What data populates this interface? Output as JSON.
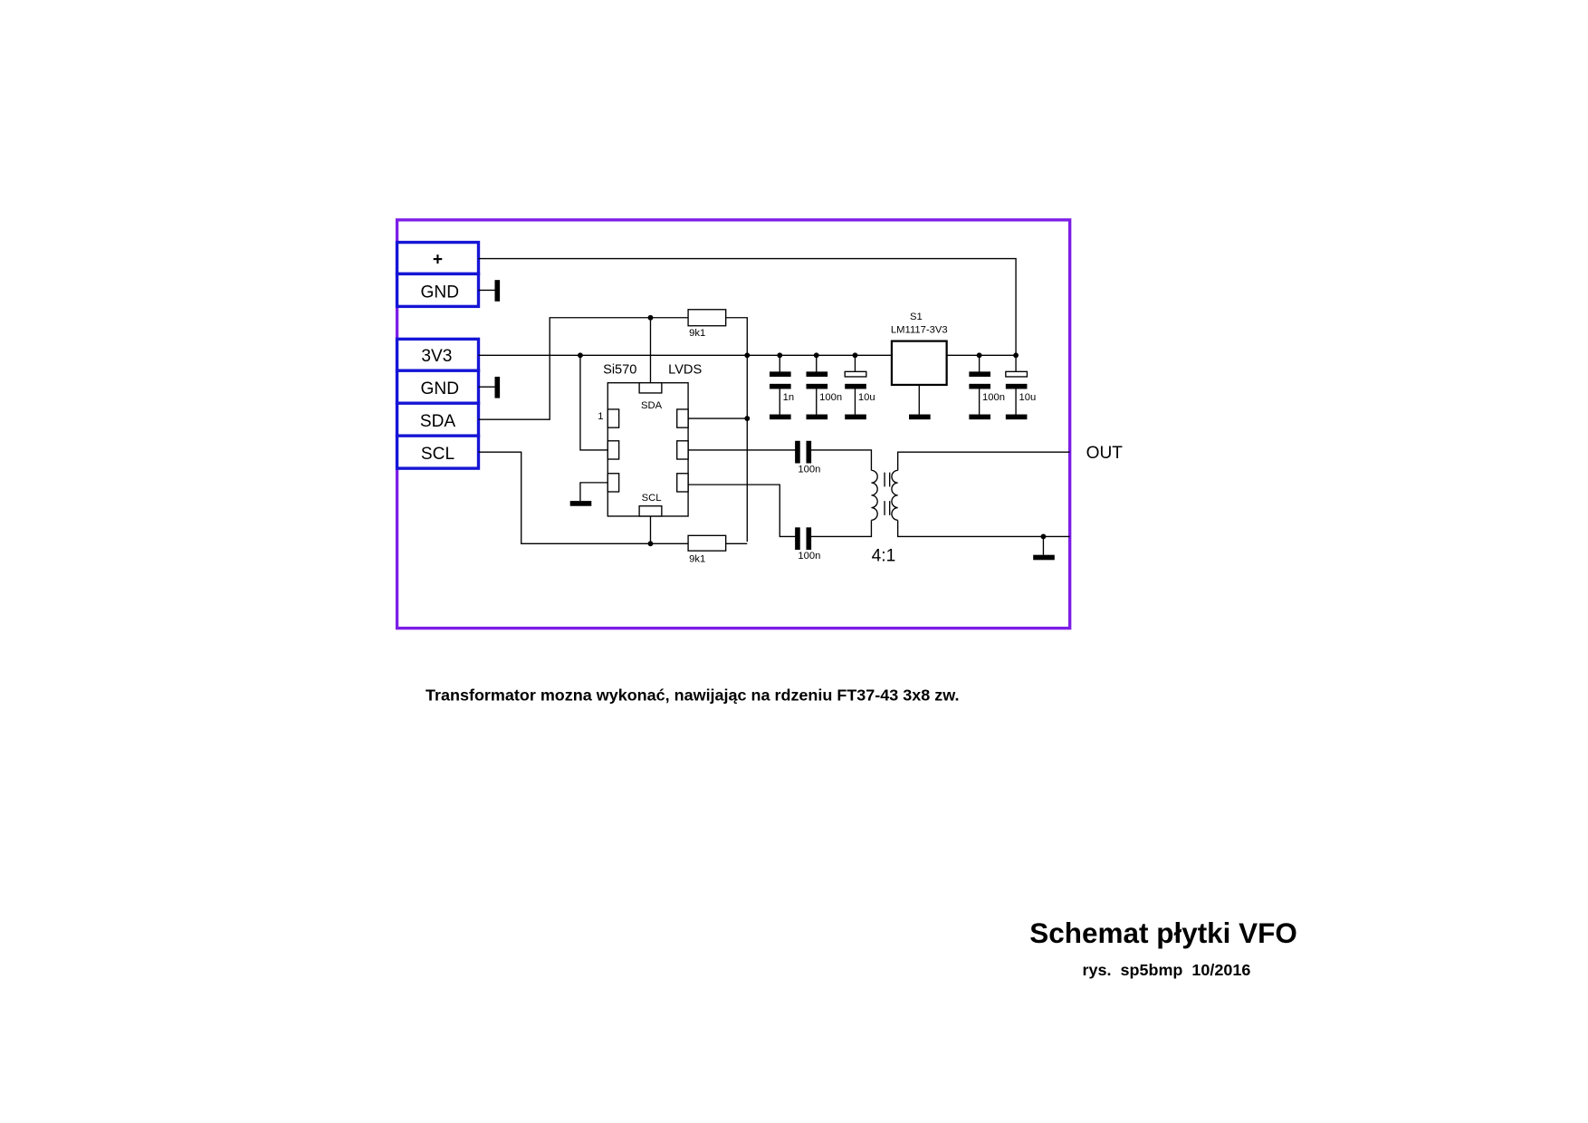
{
  "connectors": [
    "+",
    "GND",
    "3V3",
    "GND",
    "SDA",
    "SCL"
  ],
  "chip": {
    "name": "Si570",
    "type": "LVDS",
    "pin_sda": "SDA",
    "pin_scl": "SCL",
    "pin1": "1"
  },
  "regulator": {
    "ref": "S1",
    "part": "LM1117-3V3"
  },
  "resistors": [
    "9k1",
    "9k1"
  ],
  "capacitors_decoupling": [
    "1n",
    "100n",
    "10u",
    "100n",
    "10u"
  ],
  "capacitors_coupling": [
    "100n",
    "100n"
  ],
  "transformer_ratio": "4:1",
  "output_label": "OUT",
  "note": "Transformator mozna wykonać, nawijając na rdzeniu FT37-43  3x8 zw.",
  "title": "Schemat płytki VFO",
  "subtitle": "rys.  sp5bmp  10/2016",
  "colors": {
    "frame": "#7d1ee6",
    "connectors": "#1515d6"
  }
}
